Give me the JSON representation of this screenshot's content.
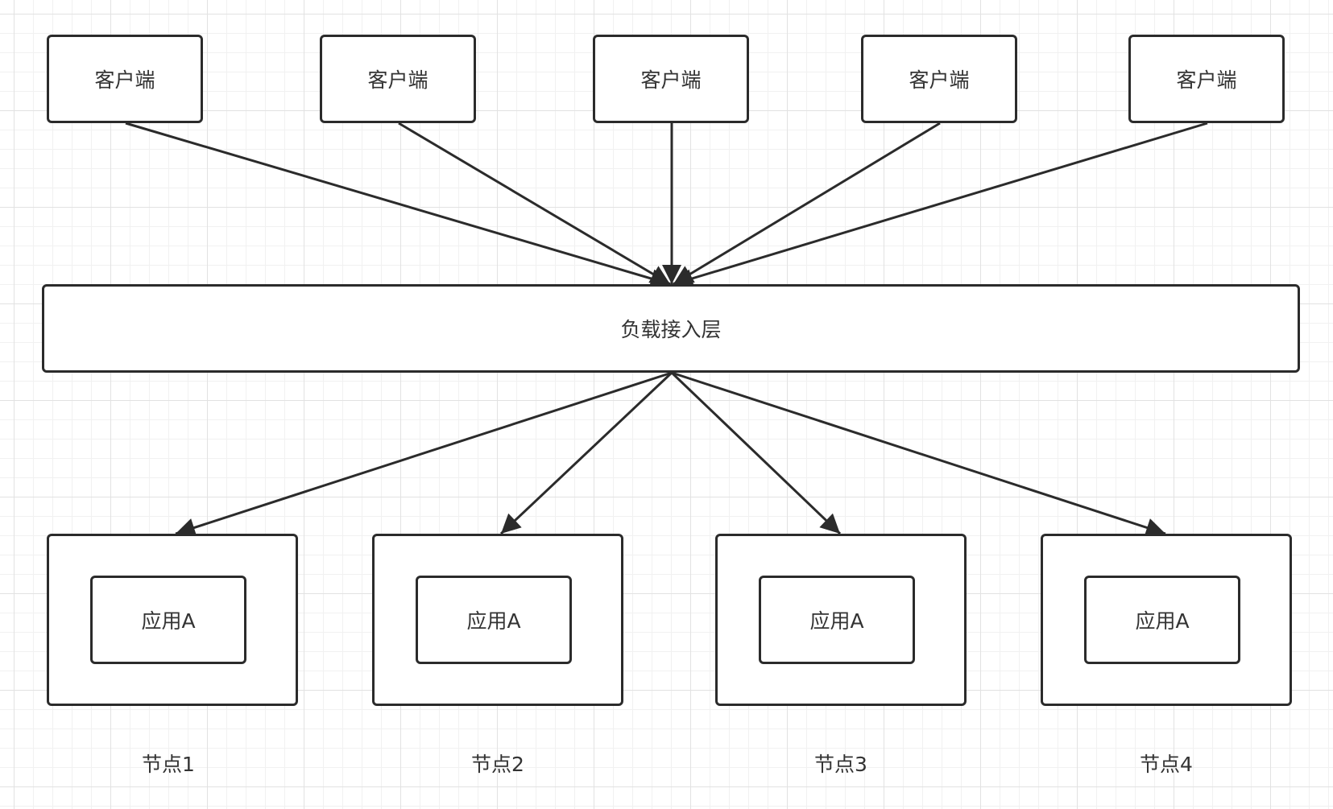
{
  "clients": [
    {
      "label": "客户端"
    },
    {
      "label": "客户端"
    },
    {
      "label": "客户端"
    },
    {
      "label": "客户端"
    },
    {
      "label": "客户端"
    }
  ],
  "load_balancer": {
    "label": "负载接入层"
  },
  "nodes": [
    {
      "app_label": "应用A",
      "label": "节点1"
    },
    {
      "app_label": "应用A",
      "label": "节点2"
    },
    {
      "app_label": "应用A",
      "label": "节点3"
    },
    {
      "app_label": "应用A",
      "label": "节点4"
    }
  ],
  "colors": {
    "stroke": "#2b2b2b",
    "text": "#333333",
    "background": "#ffffff",
    "grid": "#e2e2e2"
  }
}
